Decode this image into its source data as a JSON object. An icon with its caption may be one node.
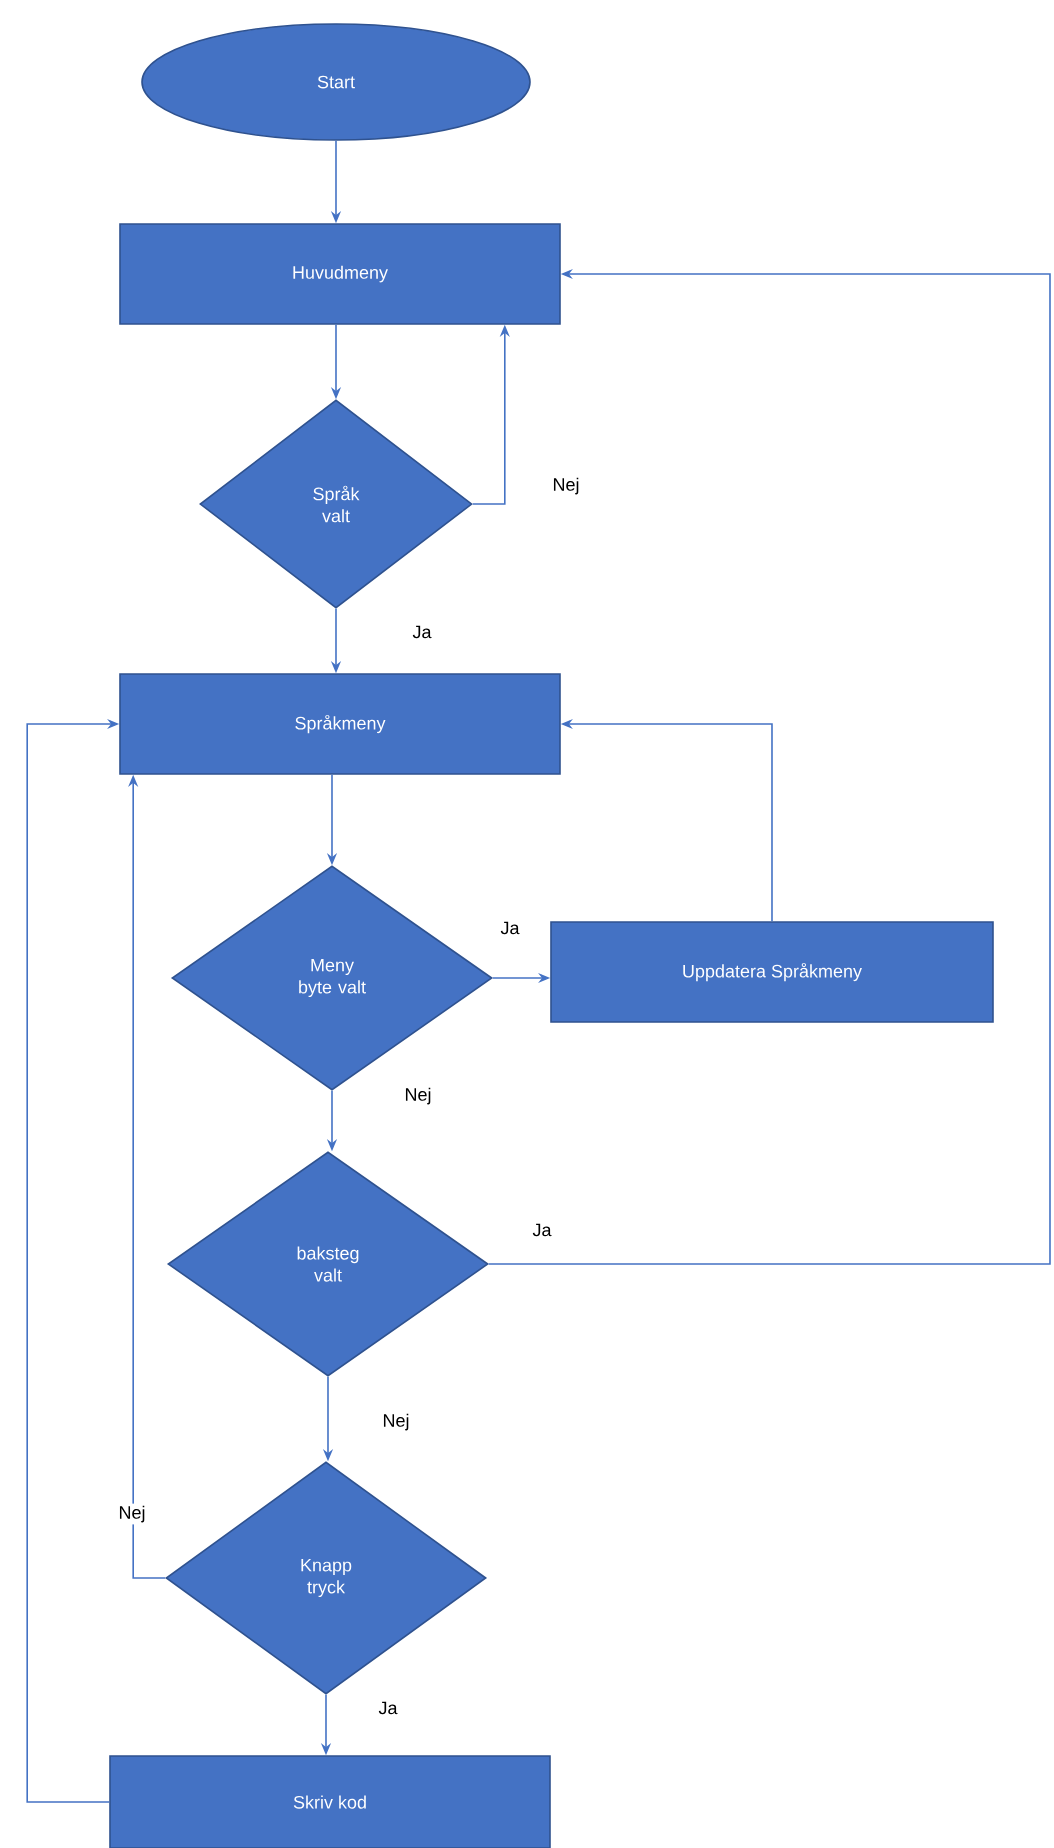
{
  "diagram": {
    "nodes": [
      {
        "text": [
          "Start"
        ]
      },
      {
        "text": [
          "Huvudmeny"
        ]
      },
      {
        "text": [
          "Språk valt"
        ]
      },
      {
        "text": [
          "Språkmeny"
        ]
      },
      {
        "text": [
          "Meny byte valt"
        ]
      },
      {
        "text": [
          "Uppdatera Språkmeny"
        ]
      },
      {
        "text": [
          "baksteg valt"
        ]
      },
      {
        "text": [
          "Knapp tryck"
        ]
      },
      {
        "text": [
          "Skriv kod"
        ]
      }
    ],
    "edges": [
      {
        "from": 0,
        "to": 1,
        "arrow": "to"
      },
      {
        "from": 1,
        "to": 2,
        "arrow": "to"
      },
      {
        "from": 2,
        "to": 1,
        "arrow": "to",
        "label": "Nej"
      },
      {
        "from": 2,
        "to": 3,
        "arrow": "to",
        "label": "Ja"
      },
      {
        "from": 3,
        "to": 4,
        "arrow": "to"
      },
      {
        "from": 4,
        "to": 5,
        "arrow": "to",
        "label": "Ja"
      },
      {
        "from": 5,
        "to": 3,
        "arrow": "to"
      },
      {
        "from": 4,
        "to": 6,
        "arrow": "to",
        "label": "Nej"
      },
      {
        "from": 6,
        "to": 1,
        "arrow": "to",
        "label": "Ja"
      },
      {
        "from": 6,
        "to": 7,
        "arrow": "to",
        "label": "Nej"
      },
      {
        "from": 7,
        "to": 3,
        "arrow": "to",
        "label": "Nej"
      },
      {
        "from": 7,
        "to": 8,
        "arrow": "to",
        "label": "Ja"
      },
      {
        "from": 8,
        "to": 3,
        "arrow": "to"
      }
    ]
  }
}
